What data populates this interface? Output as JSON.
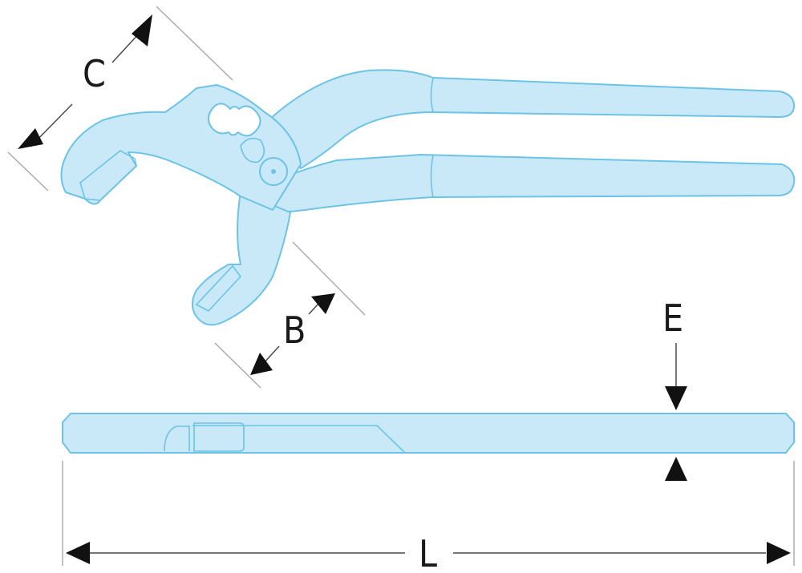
{
  "dimensions": {
    "C": "C",
    "B": "B",
    "E": "E",
    "L": "L"
  },
  "colors": {
    "tool_fill": "#c9e9f8",
    "tool_outline": "#6cc3e6",
    "dimension_line": "#4a4a4a",
    "extension_line": "#a8a8a8",
    "arrow": "#111111"
  }
}
